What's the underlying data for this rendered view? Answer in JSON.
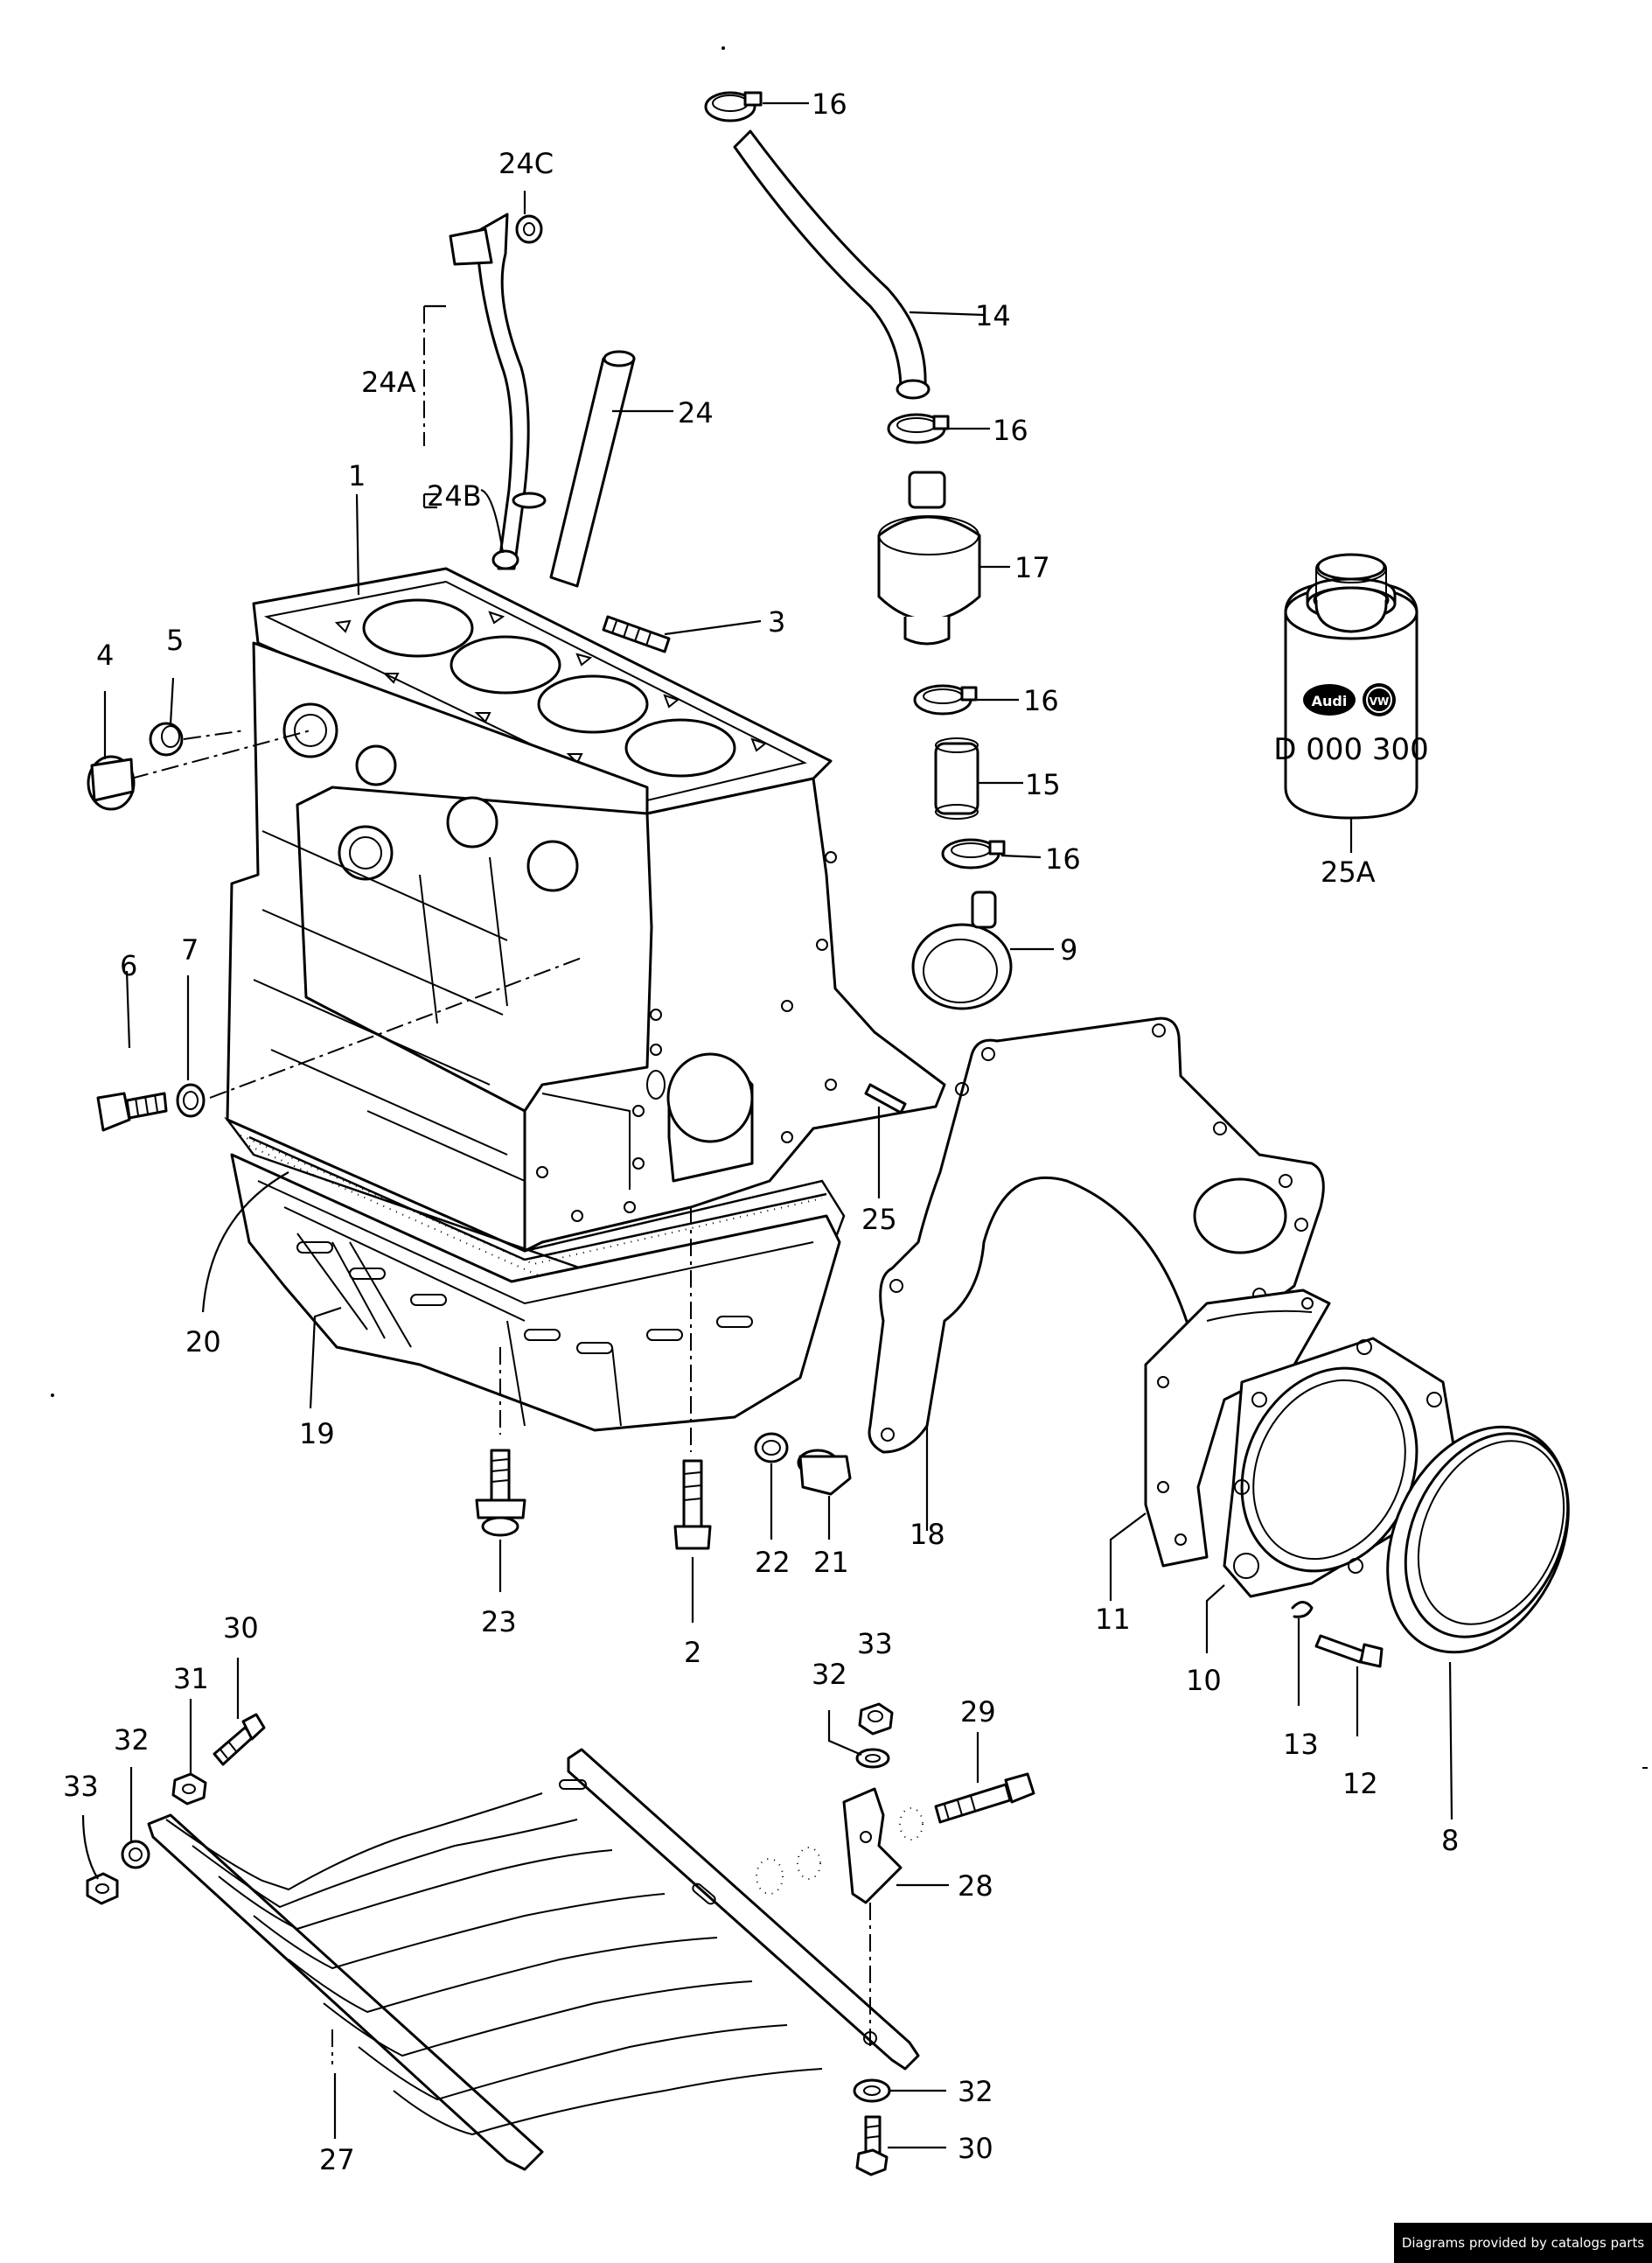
{
  "callouts": [
    {
      "id": "16"
    },
    {
      "id": "14"
    },
    {
      "id": "24C"
    },
    {
      "id": "24A"
    },
    {
      "id": "24"
    },
    {
      "id": "24B"
    },
    {
      "id": "1"
    },
    {
      "id": "3"
    },
    {
      "id": "17"
    },
    {
      "id": "4"
    },
    {
      "id": "5"
    },
    {
      "id": "15"
    },
    {
      "id": "9"
    },
    {
      "id": "6"
    },
    {
      "id": "7"
    },
    {
      "id": "25"
    },
    {
      "id": "20"
    },
    {
      "id": "19"
    },
    {
      "id": "18"
    },
    {
      "id": "22"
    },
    {
      "id": "21"
    },
    {
      "id": "11"
    },
    {
      "id": "10"
    },
    {
      "id": "13"
    },
    {
      "id": "12"
    },
    {
      "id": "8"
    },
    {
      "id": "23"
    },
    {
      "id": "2"
    },
    {
      "id": "30"
    },
    {
      "id": "33"
    },
    {
      "id": "31"
    },
    {
      "id": "32"
    },
    {
      "id": "29"
    },
    {
      "id": "28"
    },
    {
      "id": "27"
    },
    {
      "id": "25A"
    }
  ],
  "labels": {
    "l_16a": "16",
    "l_14": "14",
    "l_24c": "24C",
    "l_24a": "24A",
    "l_24": "24",
    "l_24b": "24B",
    "l_1": "1",
    "l_3": "3",
    "l_16b": "16",
    "l_17": "17",
    "l_16c": "16",
    "l_15": "15",
    "l_16d": "16",
    "l_9": "9",
    "l_4": "4",
    "l_5": "5",
    "l_6": "6",
    "l_7": "7",
    "l_25": "25",
    "l_25a": "25A",
    "l_20": "20",
    "l_19": "19",
    "l_18": "18",
    "l_22": "22",
    "l_21": "21",
    "l_11": "11",
    "l_10": "10",
    "l_13": "13",
    "l_12": "12",
    "l_8": "8",
    "l_23": "23",
    "l_2": "2",
    "l_30a": "30",
    "l_31": "31",
    "l_32a": "32",
    "l_33a": "33",
    "l_33b": "33",
    "l_32b": "32",
    "l_29": "29",
    "l_28": "28",
    "l_27": "27",
    "l_32c": "32",
    "l_30b": "30"
  },
  "oil_can": {
    "brand_left": "Audi",
    "brand_right": "VW",
    "part_number": "D 000 300"
  },
  "credit": "Diagrams provided by catalogs parts"
}
